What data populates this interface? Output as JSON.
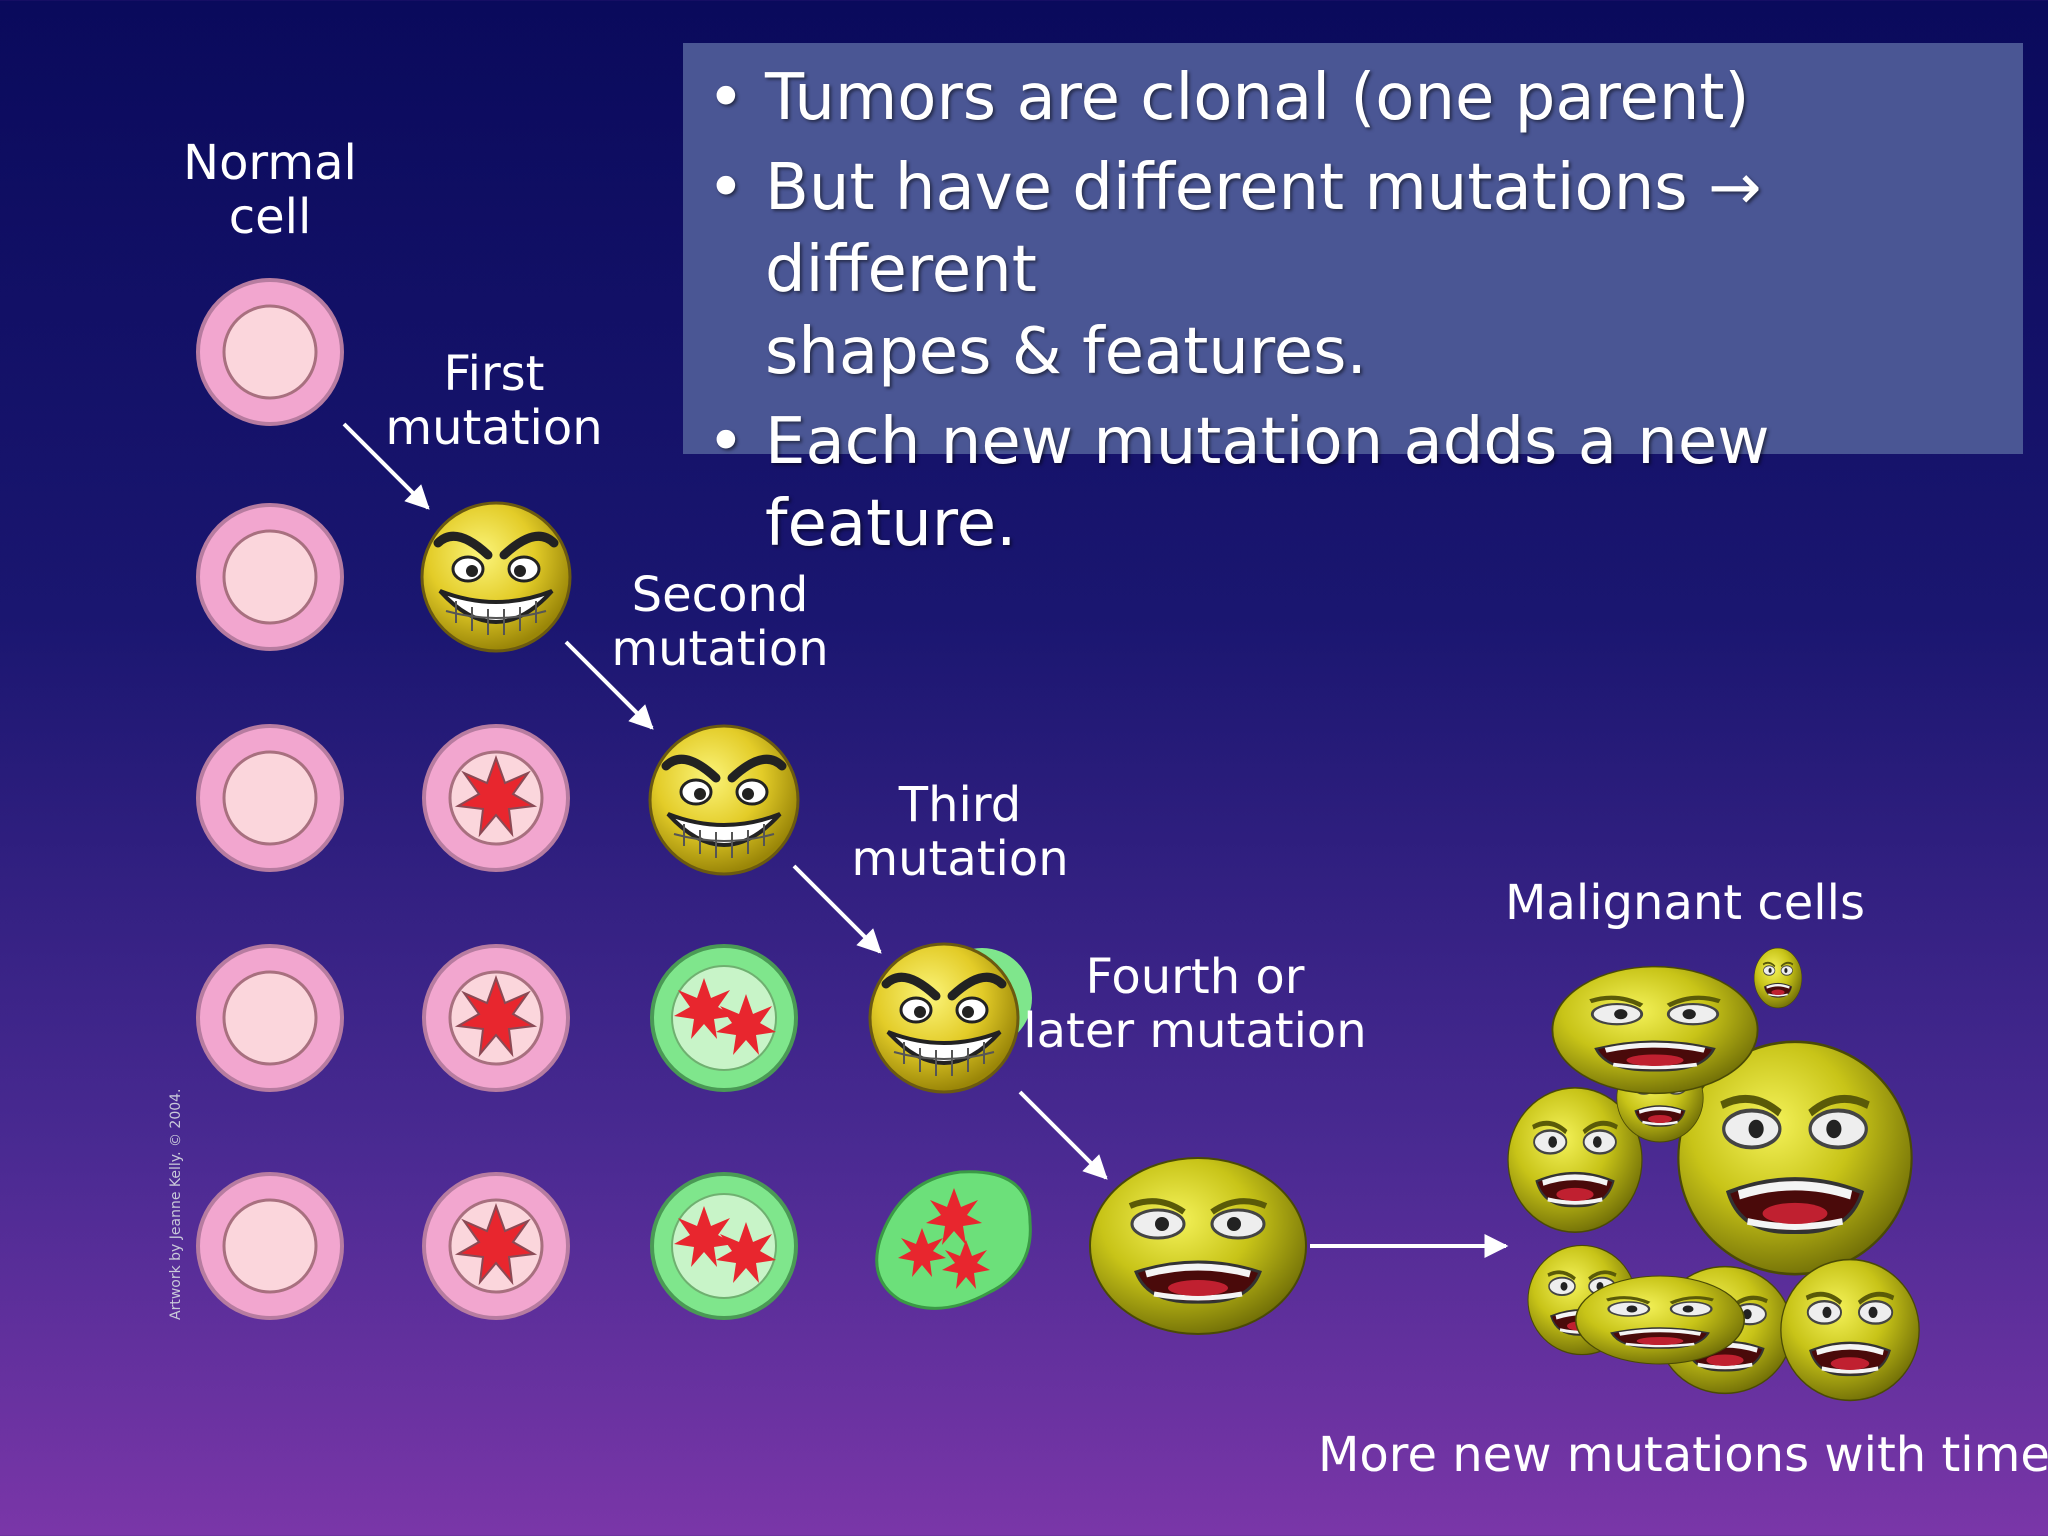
{
  "bullets": [
    {
      "text": "Tumors are clonal (one parent)"
    },
    {
      "text": "But have different mutations → different"
    },
    {
      "text": "shapes & features."
    },
    {
      "text": "Each new mutation adds a new feature."
    }
  ],
  "labels": {
    "normal_cell_1": "Normal",
    "normal_cell_2": "cell",
    "first_mutation_1": "First",
    "first_mutation_2": "mutation",
    "second_mutation_1": "Second",
    "second_mutation_2": "mutation",
    "third_mutation_1": "Third",
    "third_mutation_2": "mutation",
    "fourth_mutation_1": "Fourth or",
    "fourth_mutation_2": "later mutation",
    "malignant_cells": "Malignant cells",
    "more_mutations": "More new mutations with time."
  },
  "credit": "Artwork by Jeanne Kelly. © 2004.",
  "colors": {
    "background_top": "#0a0a5c",
    "background_bottom": "#7a36a8",
    "bullet_box": "#4a5694",
    "normal_cell": "#f2a6cf",
    "normal_nucleus": "#fbd6dc",
    "mutated_green": "#7fe68c",
    "star_red": "#e8262e",
    "face_yellow": "#d4d41e"
  }
}
